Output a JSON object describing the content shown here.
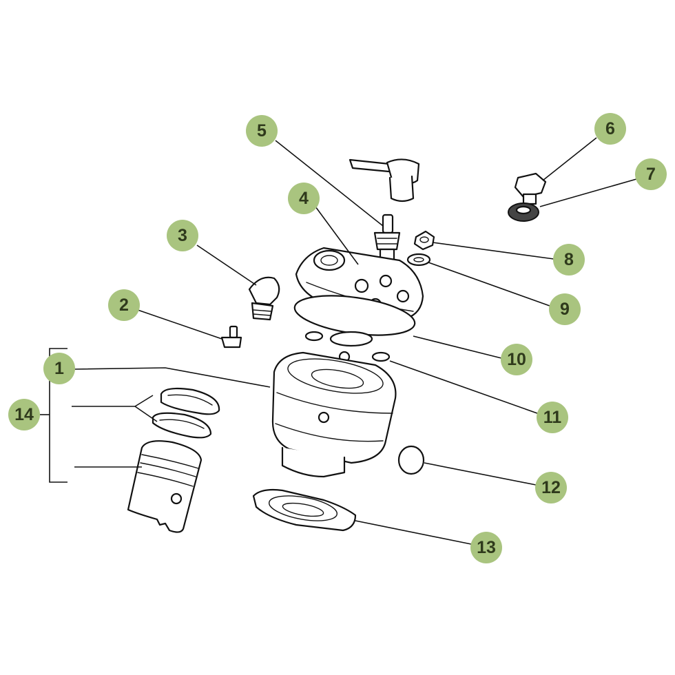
{
  "callouts": [
    {
      "id": "1",
      "label": "1"
    },
    {
      "id": "2",
      "label": "2"
    },
    {
      "id": "3",
      "label": "3"
    },
    {
      "id": "4",
      "label": "4"
    },
    {
      "id": "5",
      "label": "5"
    },
    {
      "id": "6",
      "label": "6"
    },
    {
      "id": "7",
      "label": "7"
    },
    {
      "id": "8",
      "label": "8"
    },
    {
      "id": "9",
      "label": "9"
    },
    {
      "id": "10",
      "label": "10"
    },
    {
      "id": "11",
      "label": "11"
    },
    {
      "id": "12",
      "label": "12"
    },
    {
      "id": "13",
      "label": "13"
    },
    {
      "id": "14",
      "label": "14"
    }
  ],
  "colors": {
    "badge_fill": "#a9c47f",
    "badge_text": "#2f3a1c",
    "line": "#111111"
  }
}
